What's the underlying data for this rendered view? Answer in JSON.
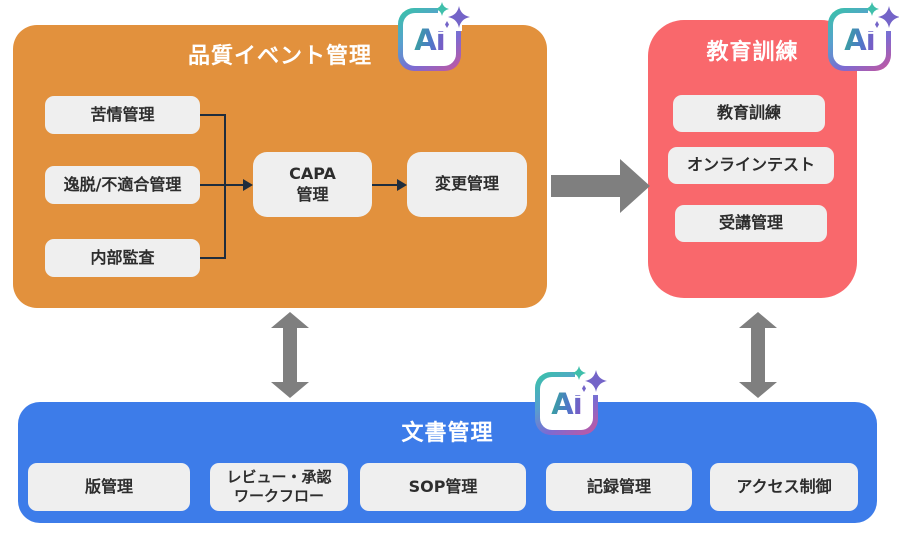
{
  "ai_badge": {
    "label": "Ai"
  },
  "quality_block": {
    "title": "品質イベント管理",
    "color": "#E2913D",
    "boxes": {
      "complaint": "苦情管理",
      "deviation": "逸脱/不適合管理",
      "internal_audit": "内部監査",
      "capa_line1": "CAPA",
      "capa_line2": "管理",
      "change": "変更管理"
    }
  },
  "training_block": {
    "title": "教育訓練",
    "color": "#F9686C",
    "boxes": {
      "training": "教育訓練",
      "online_test": "オンラインテスト",
      "attendance": "受講管理"
    }
  },
  "document_block": {
    "title": "文書管理",
    "color": "#3D7CE9",
    "boxes": {
      "version": "版管理",
      "review_line1": "レビュー・承認",
      "review_line2": "ワークフロー",
      "sop": "SOP管理",
      "records": "記録管理",
      "access": "アクセス制御"
    }
  },
  "colors": {
    "arrow_gray": "#7F7F7F",
    "connector_dark": "#1F2D3D",
    "box_bg": "#EFEFEF",
    "box_text": "#2D2D2D"
  }
}
